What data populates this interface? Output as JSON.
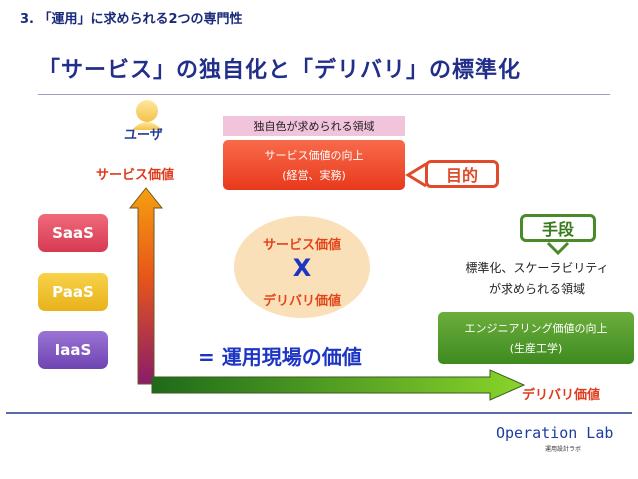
{
  "header": {
    "section_title": "3. 「運用」に求められる2つの専門性",
    "main_title": "「サービス」の独自化と「デリバリ」の標準化"
  },
  "left": {
    "user_label": "ユーザ",
    "service_value_label": "サービス価値",
    "layers": [
      "SaaS",
      "PaaS",
      "IaaS"
    ]
  },
  "service_side": {
    "banner": "独自色が求められる領域",
    "box_line1": "サービス価値の向上",
    "box_line2": "(経営、実務)",
    "purpose": "目的"
  },
  "center": {
    "top": "サービス価値",
    "x": "X",
    "bottom": "デリバリ価値",
    "equals": "= 運用現場の価値"
  },
  "delivery_side": {
    "means": "手段",
    "std_line1": "標準化、スケーラビリティ",
    "std_line2": "が求められる領域",
    "box_line1": "エンジニアリング価値の向上",
    "box_line2": "(生産工学)",
    "value_label": "デリバリ価値"
  },
  "footer": {
    "brand": "Operation Lab",
    "brand_sub": "運用設計ラボ"
  },
  "colors": {
    "navy": "#222f8a",
    "service_red": "#e8391c",
    "delivery_green": "#3e8a20",
    "saas": "#e04860",
    "paas": "#f0c030",
    "iaas": "#7a52c0"
  },
  "icons": {
    "user": "person-icon",
    "vertical_axis": "up-arrow-icon",
    "horizontal_axis": "right-arrow-icon"
  }
}
